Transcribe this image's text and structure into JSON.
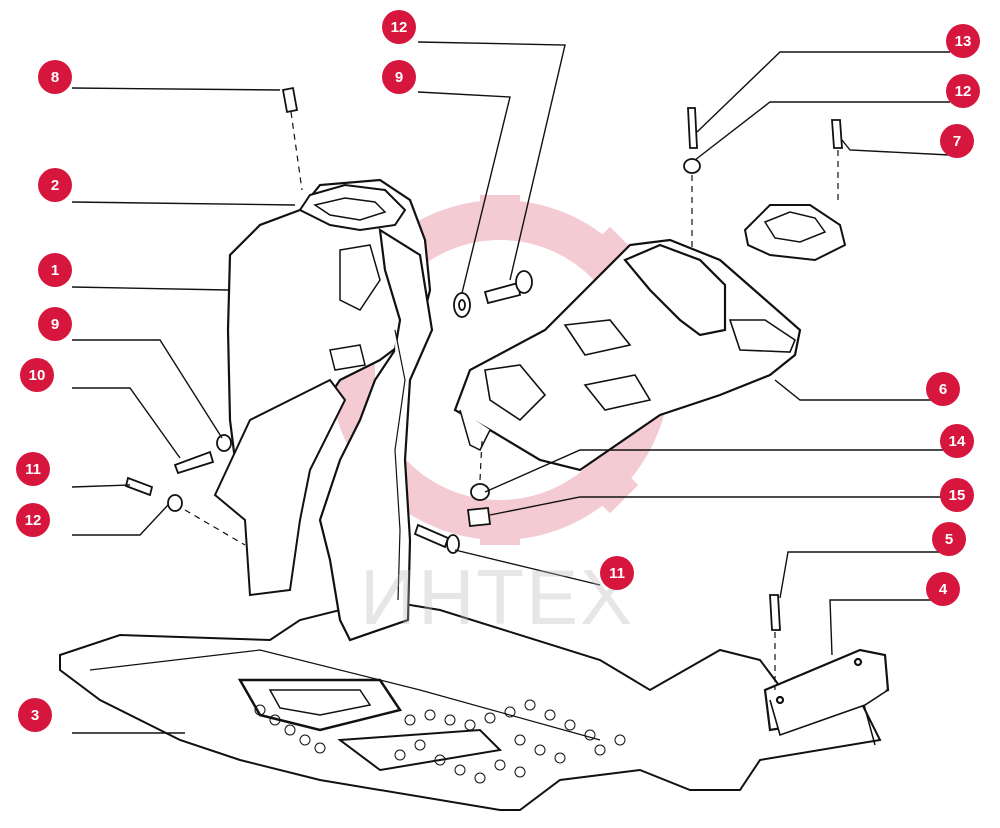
{
  "colors": {
    "callout_fill": "#d6163c",
    "line": "#111111",
    "watermark": "#e8a0a8",
    "watermark_text": "#b9b9b9"
  },
  "watermark": {
    "text": "ИНТЕХ",
    "icon": "gear-logo-icon"
  },
  "callouts": [
    {
      "id": "c8",
      "label": "8"
    },
    {
      "id": "c2",
      "label": "2"
    },
    {
      "id": "c1",
      "label": "1"
    },
    {
      "id": "c9a",
      "label": "9"
    },
    {
      "id": "c10",
      "label": "10"
    },
    {
      "id": "c11a",
      "label": "11"
    },
    {
      "id": "c12a",
      "label": "12"
    },
    {
      "id": "c3",
      "label": "3"
    },
    {
      "id": "c12b",
      "label": "12"
    },
    {
      "id": "c9b",
      "label": "9"
    },
    {
      "id": "c13",
      "label": "13"
    },
    {
      "id": "c12c",
      "label": "12"
    },
    {
      "id": "c7",
      "label": "7"
    },
    {
      "id": "c6",
      "label": "6"
    },
    {
      "id": "c14",
      "label": "14"
    },
    {
      "id": "c15",
      "label": "15"
    },
    {
      "id": "c11b",
      "label": "11"
    },
    {
      "id": "c5",
      "label": "5"
    },
    {
      "id": "c4",
      "label": "4"
    }
  ]
}
